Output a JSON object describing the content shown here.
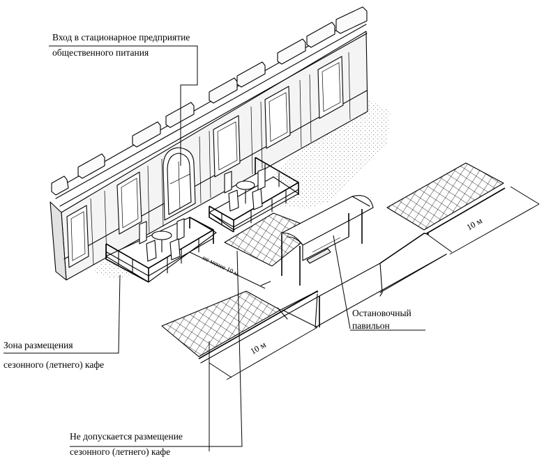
{
  "labels": {
    "entrance_line1": "Вход в стационарное предприятие",
    "entrance_line2": "общественного питания",
    "stop_line1": "Остановочный",
    "stop_line2": "павильон",
    "cafe_zone_line1": "Зона размещения",
    "cafe_zone_line2": "сезонного (летнего) кафе",
    "forbidden_line1": "Не допускается размещение",
    "forbidden_line2": "сезонного (летнего) кафе"
  },
  "dimensions": {
    "min_distance": "не менее 10 м",
    "upper_distance": "10 м",
    "lower_distance": "10 м"
  },
  "colors": {
    "line": "#000000",
    "background": "#ffffff",
    "wall": "#f4f4f4",
    "pavement_dots": "#8a8a8a"
  }
}
